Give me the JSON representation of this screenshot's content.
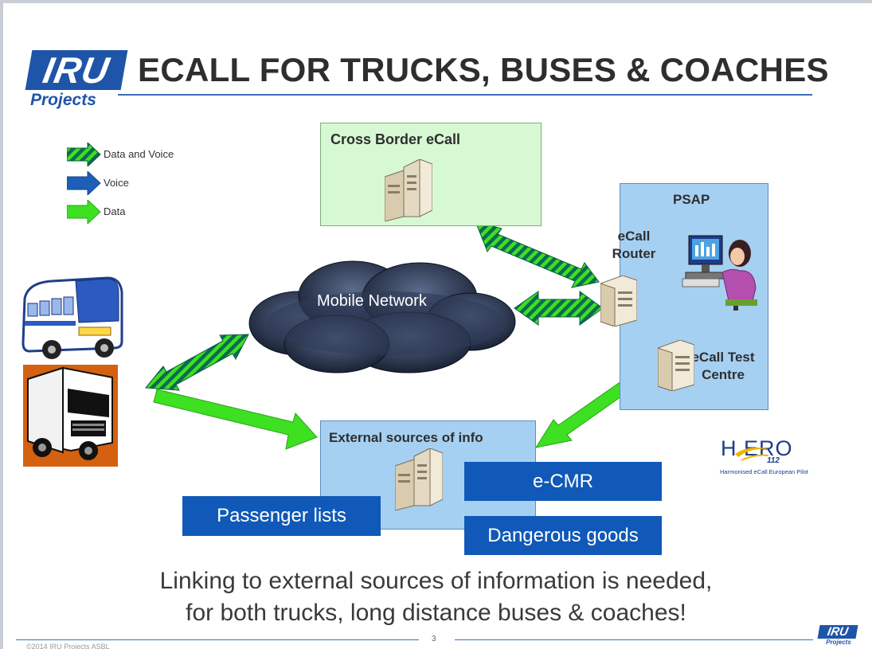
{
  "header": {
    "logo_text": "IRU",
    "logo_subtext": "Projects",
    "title": "ECALL FOR TRUCKS, BUSES & COACHES"
  },
  "legend": {
    "items": [
      {
        "label": "Data and Voice",
        "icon": "striped-arrow-icon"
      },
      {
        "label": "Voice",
        "icon": "blue-arrow-icon"
      },
      {
        "label": "Data",
        "icon": "green-arrow-icon"
      }
    ]
  },
  "nodes": {
    "cross_border": "Cross Border eCall",
    "psap": "PSAP",
    "ecall_router": "eCall Router",
    "ecall_test_centre": "eCall Test Centre",
    "mobile_network": "Mobile Network",
    "external_sources": "External sources of info"
  },
  "tags": {
    "ecmr": "e-CMR",
    "passenger_lists": "Passenger lists",
    "dangerous_goods": "Dangerous goods"
  },
  "hero_logo": {
    "word": "H  ERO",
    "number": "112",
    "subtitle": "Harmonised eCall European Pilot"
  },
  "caption": {
    "line1": "Linking to external sources of information is needed,",
    "line2": "for both trucks, long distance buses & coaches!"
  },
  "footer": {
    "page_number": "3",
    "copyright": "©2014 IRU Projects ASBL",
    "logo_text": "IRU",
    "logo_subtext": "Projects"
  },
  "colors": {
    "brand_blue": "#1f55a8",
    "arrow_green": "#3ee022",
    "arrow_stripe_dark": "#0b6a52",
    "voice_blue": "#1d5fb6",
    "box_green": "#d6f8d2",
    "box_blue": "#a6d0f2",
    "tag_blue": "#1059b8",
    "truck_orange": "#d3610f"
  }
}
